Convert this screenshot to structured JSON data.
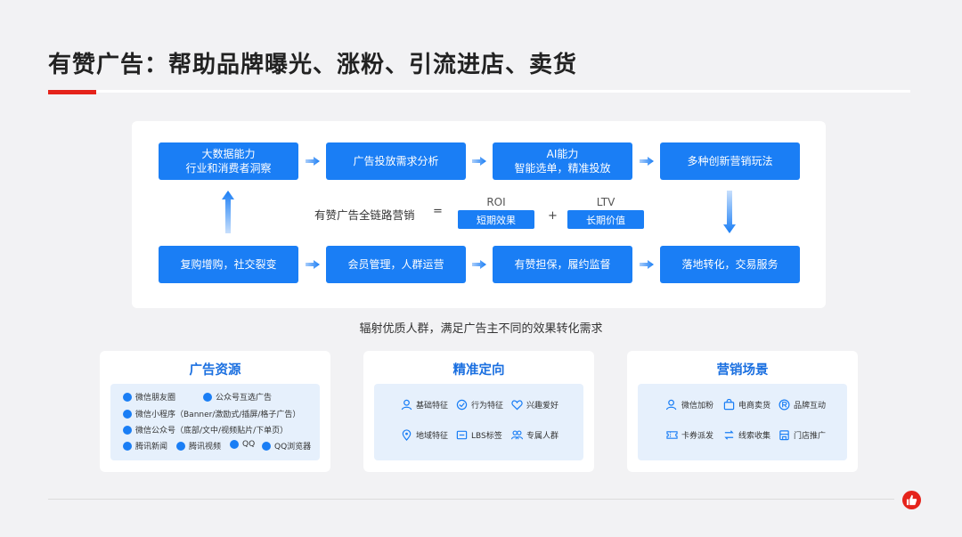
{
  "title": "有赞广告：帮助品牌曝光、涨粉、引流进店、卖货",
  "flow": {
    "top": [
      {
        "l1": "大数据能力",
        "l2": "行业和消费者洞察"
      },
      {
        "l1": "广告投放需求分析",
        "l2": ""
      },
      {
        "l1": "AI能力",
        "l2": "智能选单，精准投放"
      },
      {
        "l1": "多种创新营销玩法",
        "l2": ""
      }
    ],
    "bottom": [
      {
        "l1": "复购增购，社交裂变"
      },
      {
        "l1": "会员管理，人群运营"
      },
      {
        "l1": "有赞担保，履约监督"
      },
      {
        "l1": "落地转化，交易服务"
      }
    ],
    "center": {
      "label": "有赞广告全链路营销",
      "equals": "=",
      "plus": "+",
      "roi": "ROI",
      "roi_desc": "短期效果",
      "ltv": "LTV",
      "ltv_desc": "长期价值"
    }
  },
  "subtitle": "辐射优质人群，满足广告主不同的效果转化需求",
  "cards": {
    "resources": {
      "title": "广告资源",
      "row1": [
        "微信朋友圈",
        "公众号互选广告"
      ],
      "row2": "微信小程序（Banner/激励式/插屏/格子广告）",
      "row3": "微信公众号（底部/文中/视频贴片/下单页）",
      "row4": [
        "腾讯新闻",
        "腾讯视频",
        "QQ",
        "QQ浏览器"
      ]
    },
    "targeting": {
      "title": "精准定向",
      "items": [
        "基础特征",
        "行为特征",
        "兴趣爱好",
        "地域特征",
        "LBS标签",
        "专属人群"
      ]
    },
    "scenes": {
      "title": "营销场景",
      "items": [
        "微信加粉",
        "电商卖货",
        "品牌互动",
        "卡券派发",
        "线索收集",
        "门店推广"
      ]
    }
  },
  "colors": {
    "accent": "#e5231b",
    "primary": "#1a7ef5",
    "card_title": "#1a6fe0",
    "inner_bg": "#e6f0fc"
  }
}
